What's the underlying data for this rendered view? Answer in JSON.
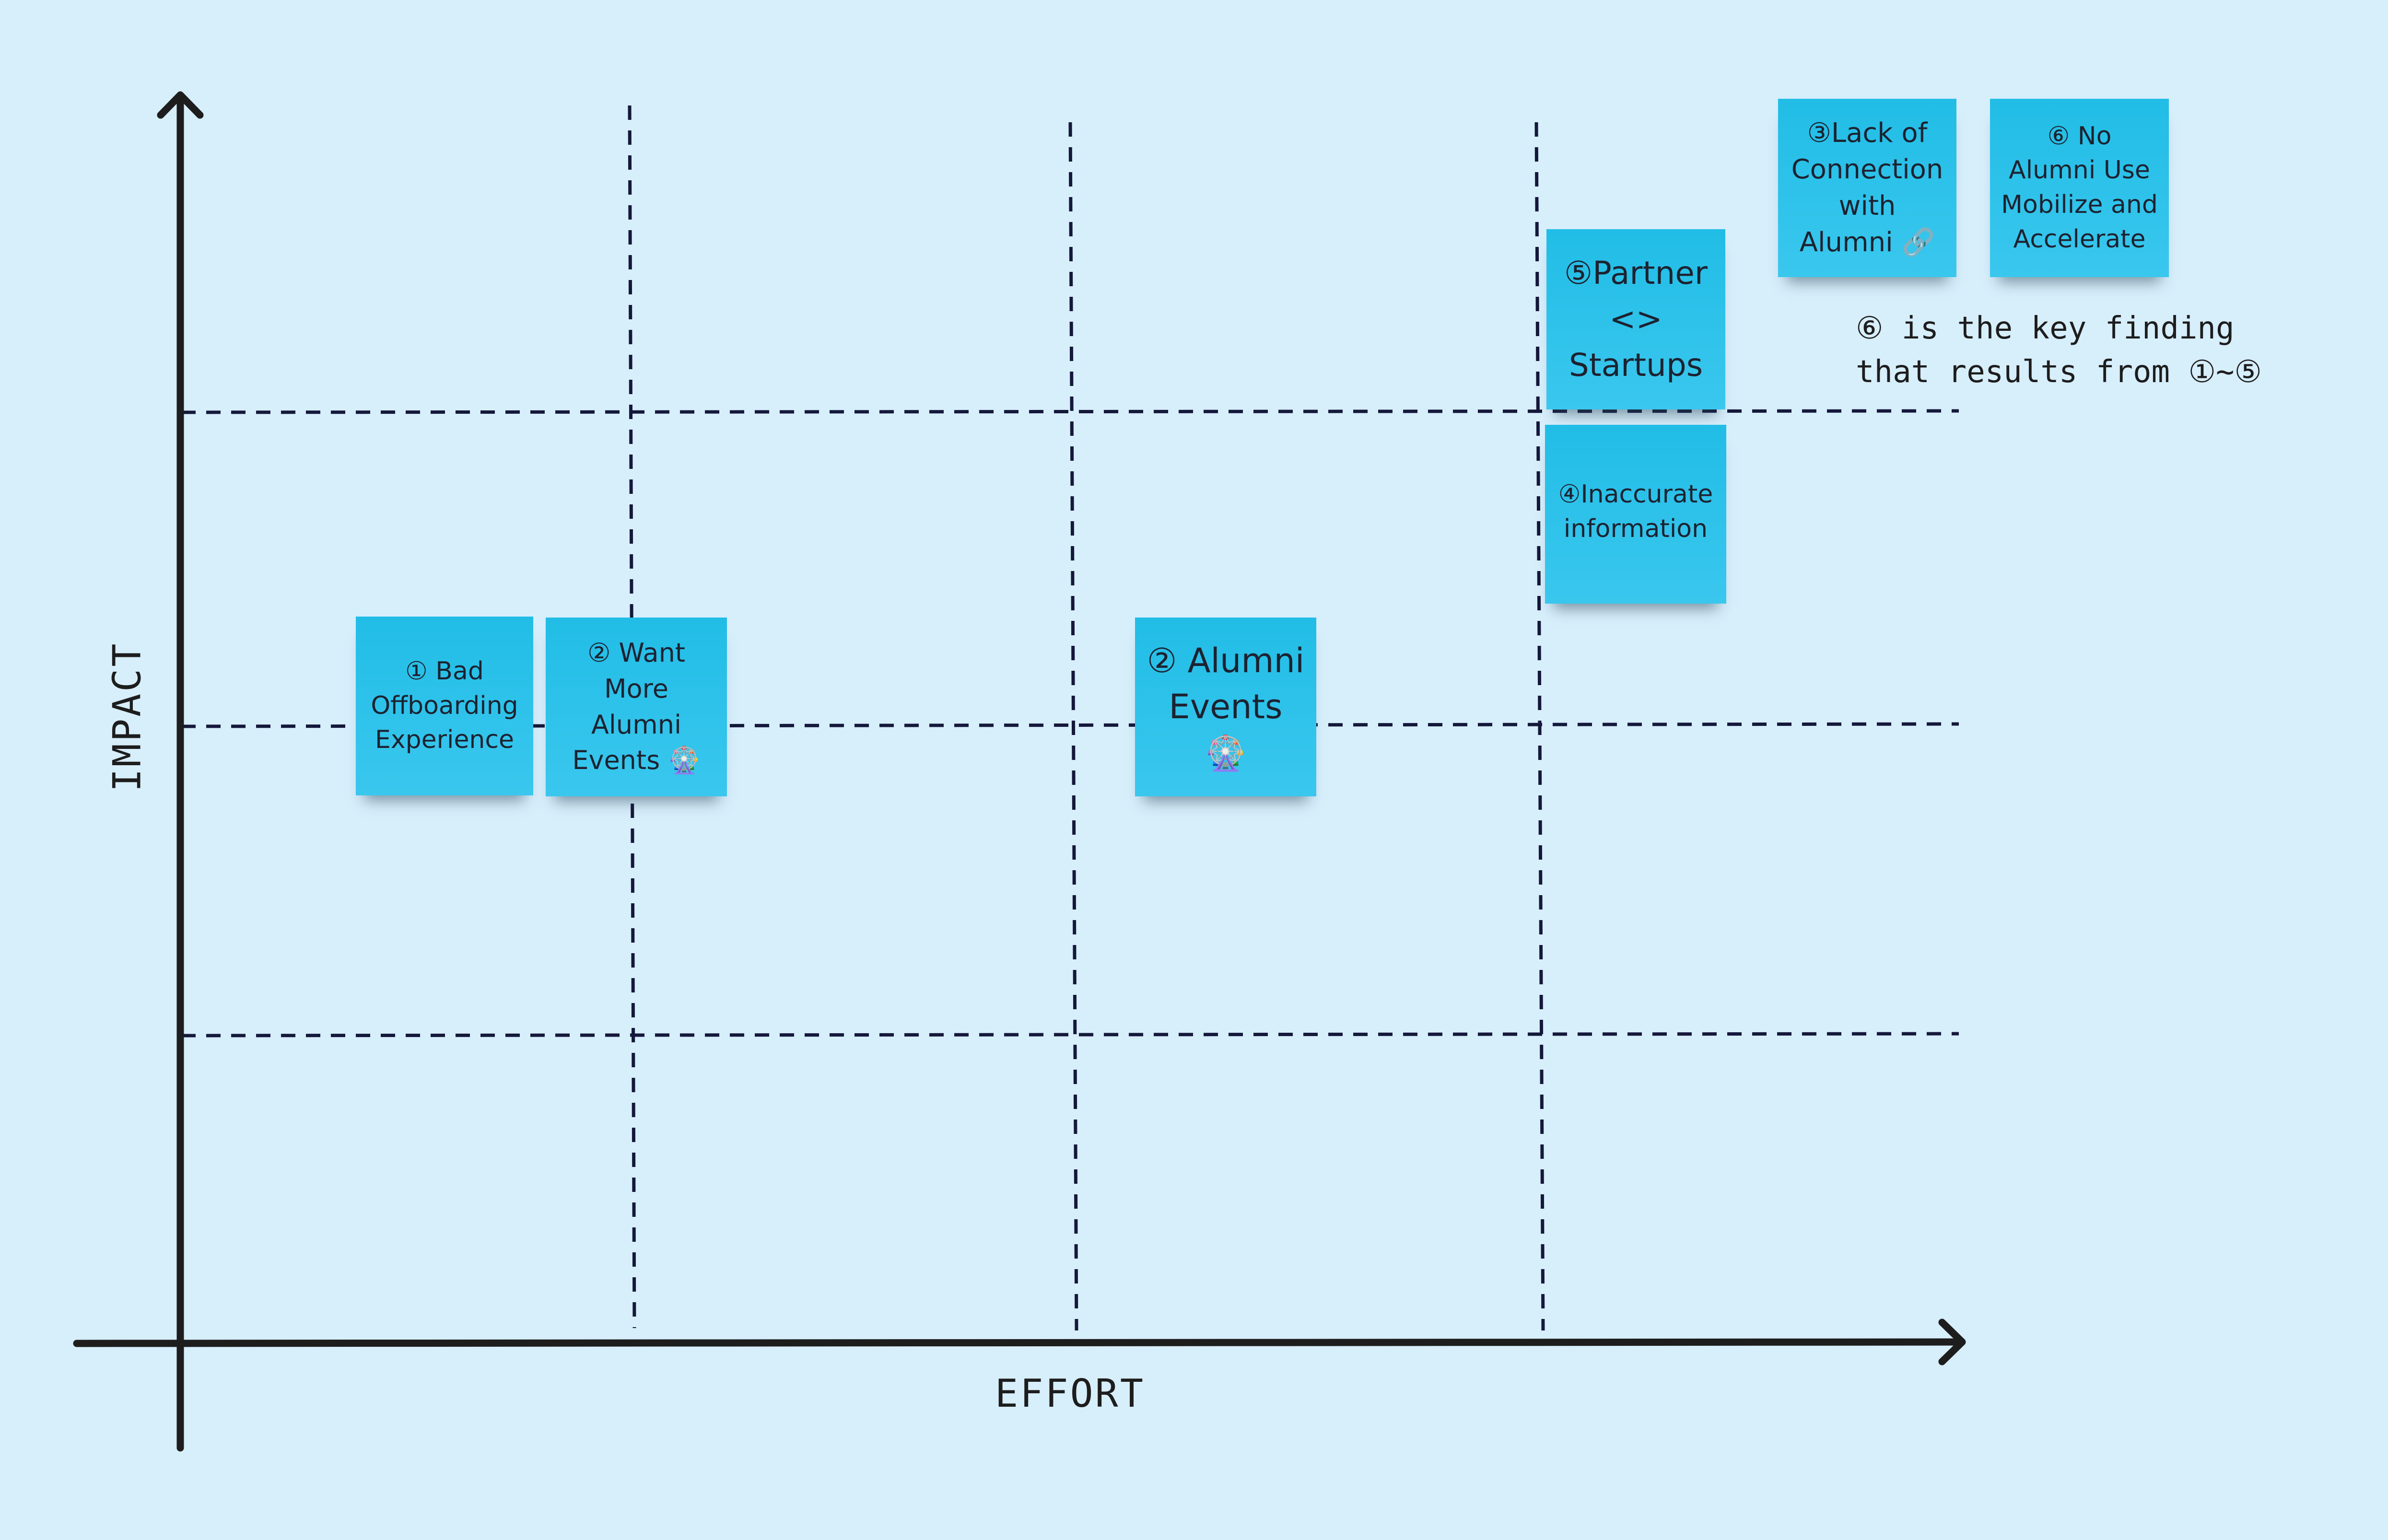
{
  "axes": {
    "x_label": "EFFORT",
    "y_label": "IMPACT"
  },
  "notes": {
    "bad_offboarding": "① Bad\nOffboarding\nExperience",
    "want_more_events": "②  Want\nMore\nAlumni\nEvents 🎡",
    "alumni_events": "② Alumni\nEvents 🎡",
    "partner_startups": "⑤Partner\n<>\nStartups",
    "inaccurate_info": "④Inaccurate\ninformation",
    "lack_connection": "③Lack of\nConnection\nwith\nAlumni 🔗",
    "no_alumni_use": "⑥ No\nAlumni Use\nMobilize and\nAccelerate"
  },
  "annotation": "⑥ is the key finding\nthat results from ①~⑤",
  "colors": {
    "background": "#d7eefb",
    "sticky_note": "#21bde6",
    "axis": "#1d1d1d",
    "grid": "#14183a"
  }
}
